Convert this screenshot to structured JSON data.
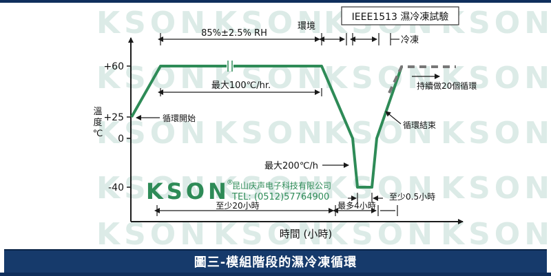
{
  "title_box": "IEEE1513 濕冷凍試驗",
  "labels": {
    "humidity": "85%±2.5% RH",
    "environment": "環境",
    "freeze": "冷凍",
    "max_rate_up": "最大100℃/hr.",
    "cycle_start": "循環開始",
    "continue_cycles": "持續做20個循環",
    "cycle_end": "循環結束",
    "max_rate_down": "最大200℃/h",
    "at_least_20h": "至少20小時",
    "at_most_4h": "最多4小時",
    "at_least_05h": "至少0.5小時",
    "x_axis": "時間 (小時)",
    "y_axis": [
      "溫",
      "度",
      "℃"
    ]
  },
  "y_ticks": [
    "+60",
    "+25",
    "0",
    "-40"
  ],
  "company": {
    "logo": "KSON",
    "name": "昆山庆声电子科技有限公司",
    "tel": "TEL: (0512)57764900"
  },
  "watermark": "KSON",
  "caption": "圖三-模組階段的濕冷凍循環",
  "colors": {
    "curve": "#2e8b57",
    "axis": "#1a1a1a",
    "dashed": "#777777",
    "caption_bg": "#163a6b",
    "logo": "#2e8b57",
    "watermark": "#dcebe7"
  },
  "chart_data": {
    "type": "line",
    "ylabel": "溫度℃",
    "xlabel": "時間 (小時)",
    "y_ticks": [
      60,
      25,
      0,
      -40
    ],
    "series": [
      {
        "points_temp_c": [
          25,
          60,
          60,
          0,
          -40,
          -40,
          0,
          60
        ]
      }
    ]
  }
}
